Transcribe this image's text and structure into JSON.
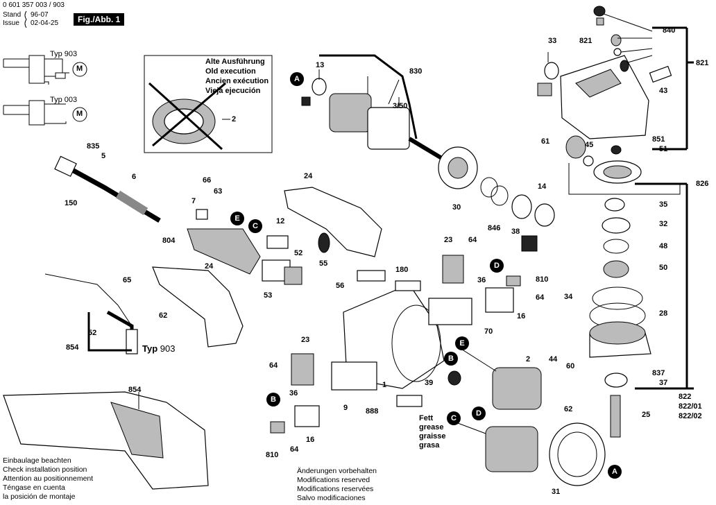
{
  "header": {
    "part_number": "0 601 357 003 / 903",
    "stand_label": "Stand",
    "stand_date": "96-07",
    "issue_label": "Issue",
    "issue_date": "02-04-25",
    "figure": "Fig./Abb. 1"
  },
  "wiring": {
    "typ903": "Typ 903",
    "typ003": "Typ 003",
    "motor": "M"
  },
  "old_exec": {
    "lines": [
      "Alte Ausführung",
      "Old execution",
      "Ancien exécution",
      "Vieja ejecución"
    ],
    "part": "2"
  },
  "labels": {
    "n13": "13",
    "n830": "830",
    "n3_50": "3/50",
    "n33": "33",
    "n821a": "821",
    "n840": "840",
    "n821b": "821",
    "n43": "43",
    "n835": "835",
    "n5": "5",
    "n6": "6",
    "n66": "66",
    "n63": "63",
    "n7": "7",
    "n150": "150",
    "n24a": "24",
    "n24b": "24",
    "n12": "12",
    "n804": "804",
    "n52a": "52",
    "n55": "55",
    "n53": "53",
    "n65": "65",
    "n62a": "62",
    "n30": "30",
    "n14": "14",
    "n846": "846",
    "n38": "38",
    "n61": "61",
    "n45": "45",
    "n851": "851",
    "n51": "51",
    "n826": "826",
    "n35": "35",
    "n32": "32",
    "n48": "48",
    "n50": "50",
    "n34": "34",
    "n28": "28",
    "n23a": "23",
    "n64a": "64",
    "n180": "180",
    "n56": "56",
    "n36a": "36",
    "n810a": "810",
    "n64b": "64",
    "n16a": "16",
    "n70": "70",
    "n52b": "52",
    "n854a": "854",
    "n903": "903",
    "n23b": "23",
    "n64c": "64",
    "n9": "9",
    "n1": "1",
    "n36b": "36",
    "n888": "888",
    "n16b": "16",
    "n64d": "64",
    "n810b": "810",
    "n39": "39",
    "n2": "2",
    "n44": "44",
    "n62b": "62",
    "n60": "60",
    "n837": "837",
    "n37": "37",
    "n822": "822",
    "n822_01": "822/01",
    "n822_02": "822/02",
    "n25": "25",
    "n31": "31",
    "n854b": "854"
  },
  "typ_label": "Typ",
  "bubbles": [
    "A",
    "A",
    "B",
    "B",
    "C",
    "C",
    "D",
    "D",
    "E",
    "E"
  ],
  "fett": [
    "Fett",
    "grease",
    "graisse",
    "grasa"
  ],
  "install_notes": [
    "Einbaulage beachten",
    "Check installation position",
    "Attention au positionnement",
    "Téngase en cuenta",
    "la posición de montaje"
  ],
  "modification_notes": [
    "Änderungen vorbehalten",
    "Modifications reserved",
    "Modifications reservées",
    "Salvo modificaciones"
  ]
}
